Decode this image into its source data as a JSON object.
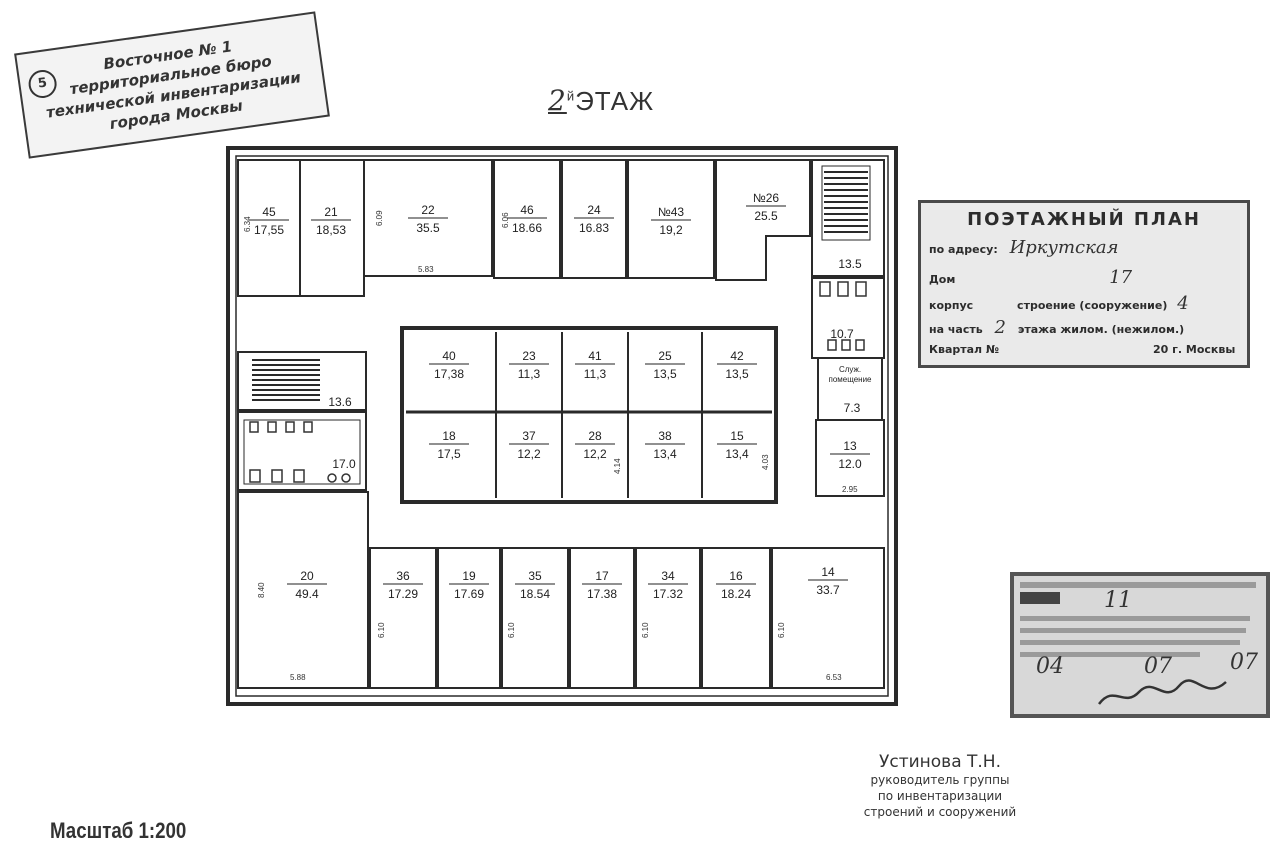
{
  "stamp_bureau": {
    "number": "5",
    "lines": [
      "Восточное № 1",
      "территориальное бюро",
      "технической инвентаризации",
      "города Москвы"
    ]
  },
  "floor_title": {
    "handwritten": "2",
    "superscript": "й",
    "label": "ЭТАЖ"
  },
  "rooms": [
    {
      "id": "45",
      "area": "17,55"
    },
    {
      "id": "21",
      "area": "18,53"
    },
    {
      "id": "22",
      "area": "35.5"
    },
    {
      "id": "46",
      "area": "18.66"
    },
    {
      "id": "24",
      "area": "16.83"
    },
    {
      "id": "№43",
      "area": "19,2"
    },
    {
      "id": "№26",
      "area": "25.5"
    },
    {
      "id": "40",
      "area": "17,38"
    },
    {
      "id": "23",
      "area": "11,3"
    },
    {
      "id": "41",
      "area": "11,3"
    },
    {
      "id": "25",
      "area": "13,5"
    },
    {
      "id": "42",
      "area": "13,5"
    },
    {
      "id": "18",
      "area": "17,5"
    },
    {
      "id": "37",
      "area": "12,2"
    },
    {
      "id": "28",
      "area": "12,2"
    },
    {
      "id": "38",
      "area": "13,4"
    },
    {
      "id": "15",
      "area": "13,4"
    },
    {
      "id": "20",
      "area": "49.4"
    },
    {
      "id": "36",
      "area": "17.29"
    },
    {
      "id": "19",
      "area": "17.69"
    },
    {
      "id": "35",
      "area": "18.54"
    },
    {
      "id": "17",
      "area": "17.38"
    },
    {
      "id": "34",
      "area": "17.32"
    },
    {
      "id": "16",
      "area": "18.24"
    },
    {
      "id": "14",
      "area": "33.7"
    },
    {
      "id": "13",
      "area": "12.0"
    }
  ],
  "area_labels": {
    "stair_right": "13.5",
    "wc_right": "10.7",
    "service_room": "7.3",
    "stair_left": "13.6",
    "wc_left": "17.0"
  },
  "service_label": [
    "Служ.",
    "помещение"
  ],
  "dimensions": {
    "d_6_34": "6.34",
    "d_6_09": "6.09",
    "d_5_83": "5.83",
    "d_6_06": "6.06",
    "d_4_14": "4.14",
    "d_4_03": "4.03",
    "d_2_95": "2.95",
    "d_8_40": "8.40",
    "d_5_88": "5.88",
    "d_6_10a": "6.10",
    "d_6_10b": "6.10",
    "d_6_10c": "6.10",
    "d_6_10d": "6.10",
    "d_6_53": "6.53"
  },
  "stamp_plan": {
    "title": "ПОЭТАЖНЫЙ ПЛАН",
    "address_label": "по адресу:",
    "street_handwritten": "Иркутская",
    "house_label": "Дом",
    "house_number": "17",
    "building_label": "корпус",
    "structure_label": "строение (сооружение)",
    "structure_number": "4",
    "part_label": "на часть",
    "part_number": "2",
    "part_suffix": "этажа жилом. (нежилом.)",
    "quarter_label": "Квартал №",
    "year_suffix": "20 г. Москвы"
  },
  "stamp_approve": {
    "number_handwritten": "11",
    "date_day": "04",
    "date_month": "07",
    "date_year": "07"
  },
  "signature": {
    "name": "Устинова Т.Н.",
    "position": [
      "руководитель группы",
      "по инвентаризации",
      "строений и сооружений"
    ]
  },
  "scale": "Масштаб 1:200",
  "colors": {
    "ink": "#2a2a2a",
    "paper": "#ffffff",
    "stamp_bg": "#e6e6e6"
  }
}
